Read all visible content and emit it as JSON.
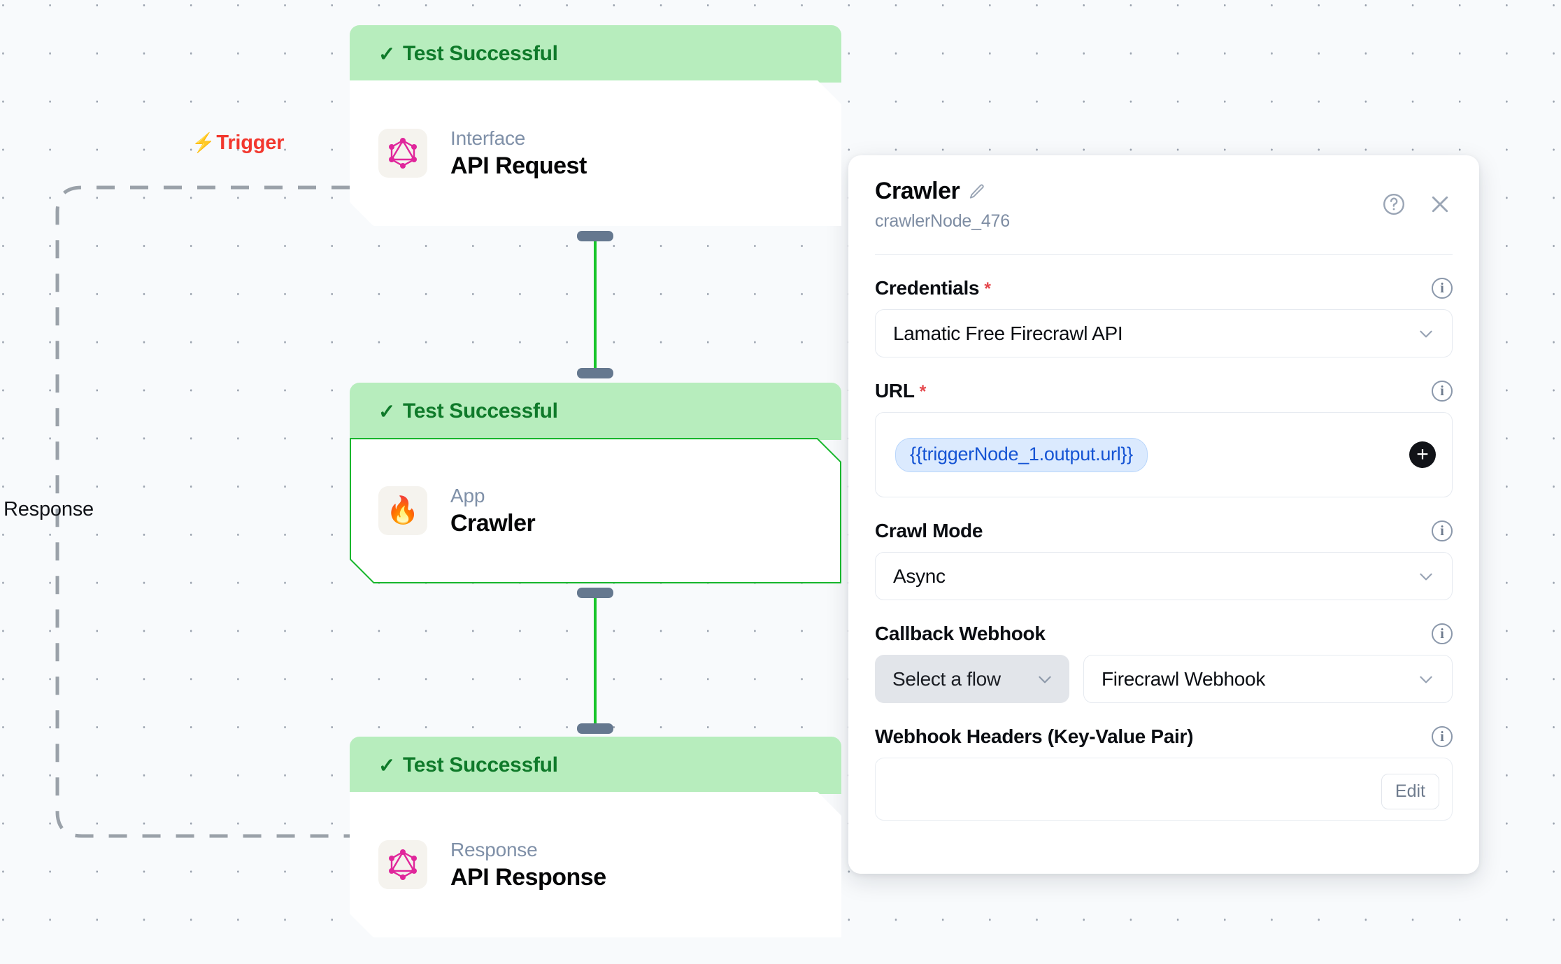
{
  "canvas": {
    "trigger_label": "Trigger",
    "trigger_bolt": "bolt-icon",
    "response_label": "Response",
    "trigger_color": "#f2372e"
  },
  "nodes": [
    {
      "status": "Test Successful",
      "kind": "Interface",
      "title": "API Request",
      "icon": "graphql-icon",
      "selected": false
    },
    {
      "status": "Test Successful",
      "kind": "App",
      "title": "Crawler",
      "icon": "flame-icon",
      "selected": true
    },
    {
      "status": "Test Successful",
      "kind": "Response",
      "title": "API Response",
      "icon": "graphql-icon",
      "selected": false
    }
  ],
  "panel": {
    "title": "Crawler",
    "subtitle": "crawlerNode_476",
    "edit_icon": "pencil-icon",
    "help_icon": "help-circle-icon",
    "close_icon": "close-icon",
    "fields": {
      "credentials": {
        "label": "Credentials",
        "required": "*",
        "value": "Lamatic Free Firecrawl API"
      },
      "url": {
        "label": "URL",
        "required": "*",
        "token": "{{triggerNode_1.output.url}}",
        "add_icon": "plus-icon"
      },
      "crawl_mode": {
        "label": "Crawl Mode",
        "value": "Async"
      },
      "callback_webhook": {
        "label": "Callback Webhook",
        "flow_value": "Select a flow",
        "hook_value": "Firecrawl Webhook"
      },
      "webhook_headers": {
        "label": "Webhook Headers (Key-Value Pair)",
        "edit_label": "Edit"
      }
    },
    "info_icon": "info-icon",
    "chevron_icon": "chevron-down-icon"
  },
  "colors": {
    "success_banner": "#b7edbd",
    "success_text": "#0f7a2a",
    "selected_border": "#17b62c",
    "edge_green": "#18c52a",
    "token_blue": "#1554d4",
    "required_red": "#e5484d"
  }
}
